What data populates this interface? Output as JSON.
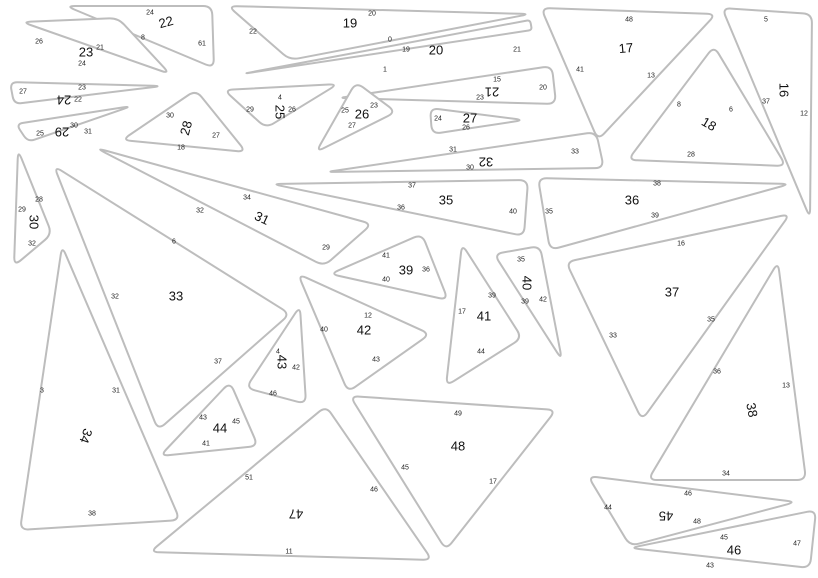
{
  "colors": {
    "background": "#ffffff",
    "outline": "#bdbdbd",
    "text": "#111111"
  },
  "pieces": [
    {
      "id": "16",
      "edges": [
        "5",
        "12",
        "37"
      ]
    },
    {
      "id": "17",
      "edges": [
        "48",
        "41",
        "13"
      ]
    },
    {
      "id": "18",
      "edges": [
        "8",
        "6",
        "28"
      ]
    },
    {
      "id": "19",
      "edges": [
        "20",
        "22",
        "0"
      ]
    },
    {
      "id": "20",
      "edges": [
        "19",
        "21",
        "1"
      ]
    },
    {
      "id": "21",
      "edges": [
        "15",
        "23",
        "20"
      ]
    },
    {
      "id": "22",
      "edges": [
        "24",
        "8",
        "61"
      ]
    },
    {
      "id": "23",
      "edges": [
        "26",
        "21",
        "24"
      ]
    },
    {
      "id": "24",
      "edges": [
        "23",
        "27",
        "22"
      ]
    },
    {
      "id": "25",
      "edges": [
        "4",
        "29",
        "26"
      ]
    },
    {
      "id": "26",
      "edges": [
        "25",
        "23",
        "27"
      ]
    },
    {
      "id": "27",
      "edges": [
        "24",
        "26"
      ]
    },
    {
      "id": "28",
      "edges": [
        "30",
        "27",
        "18"
      ]
    },
    {
      "id": "29",
      "edges": [
        "30",
        "25",
        "31"
      ]
    },
    {
      "id": "30",
      "edges": [
        "28",
        "29",
        "32"
      ]
    },
    {
      "id": "31",
      "edges": [
        "34",
        "32",
        "29"
      ]
    },
    {
      "id": "32",
      "edges": [
        "31",
        "30",
        "33"
      ]
    },
    {
      "id": "33",
      "edges": [
        "6",
        "32",
        "37"
      ]
    },
    {
      "id": "34",
      "edges": [
        "3",
        "31",
        "38"
      ]
    },
    {
      "id": "35",
      "edges": [
        "37",
        "36",
        "40"
      ]
    },
    {
      "id": "36",
      "edges": [
        "38",
        "35",
        "39"
      ]
    },
    {
      "id": "37",
      "edges": [
        "16",
        "33",
        "35"
      ]
    },
    {
      "id": "38",
      "edges": [
        "36",
        "13",
        "34"
      ]
    },
    {
      "id": "39",
      "edges": [
        "41",
        "36",
        "40"
      ]
    },
    {
      "id": "40",
      "edges": [
        "35",
        "39",
        "42"
      ]
    },
    {
      "id": "41",
      "edges": [
        "17",
        "39",
        "44"
      ]
    },
    {
      "id": "42",
      "edges": [
        "12",
        "40",
        "43"
      ]
    },
    {
      "id": "43",
      "edges": [
        "4",
        "42",
        "46"
      ]
    },
    {
      "id": "44",
      "edges": [
        "43",
        "45",
        "41"
      ]
    },
    {
      "id": "45",
      "edges": [
        "46",
        "44",
        "48"
      ]
    },
    {
      "id": "46",
      "edges": [
        "45",
        "47",
        "43"
      ]
    },
    {
      "id": "47",
      "edges": [
        "51",
        "46",
        "11"
      ]
    },
    {
      "id": "48",
      "edges": [
        "49",
        "45",
        "17"
      ]
    }
  ]
}
